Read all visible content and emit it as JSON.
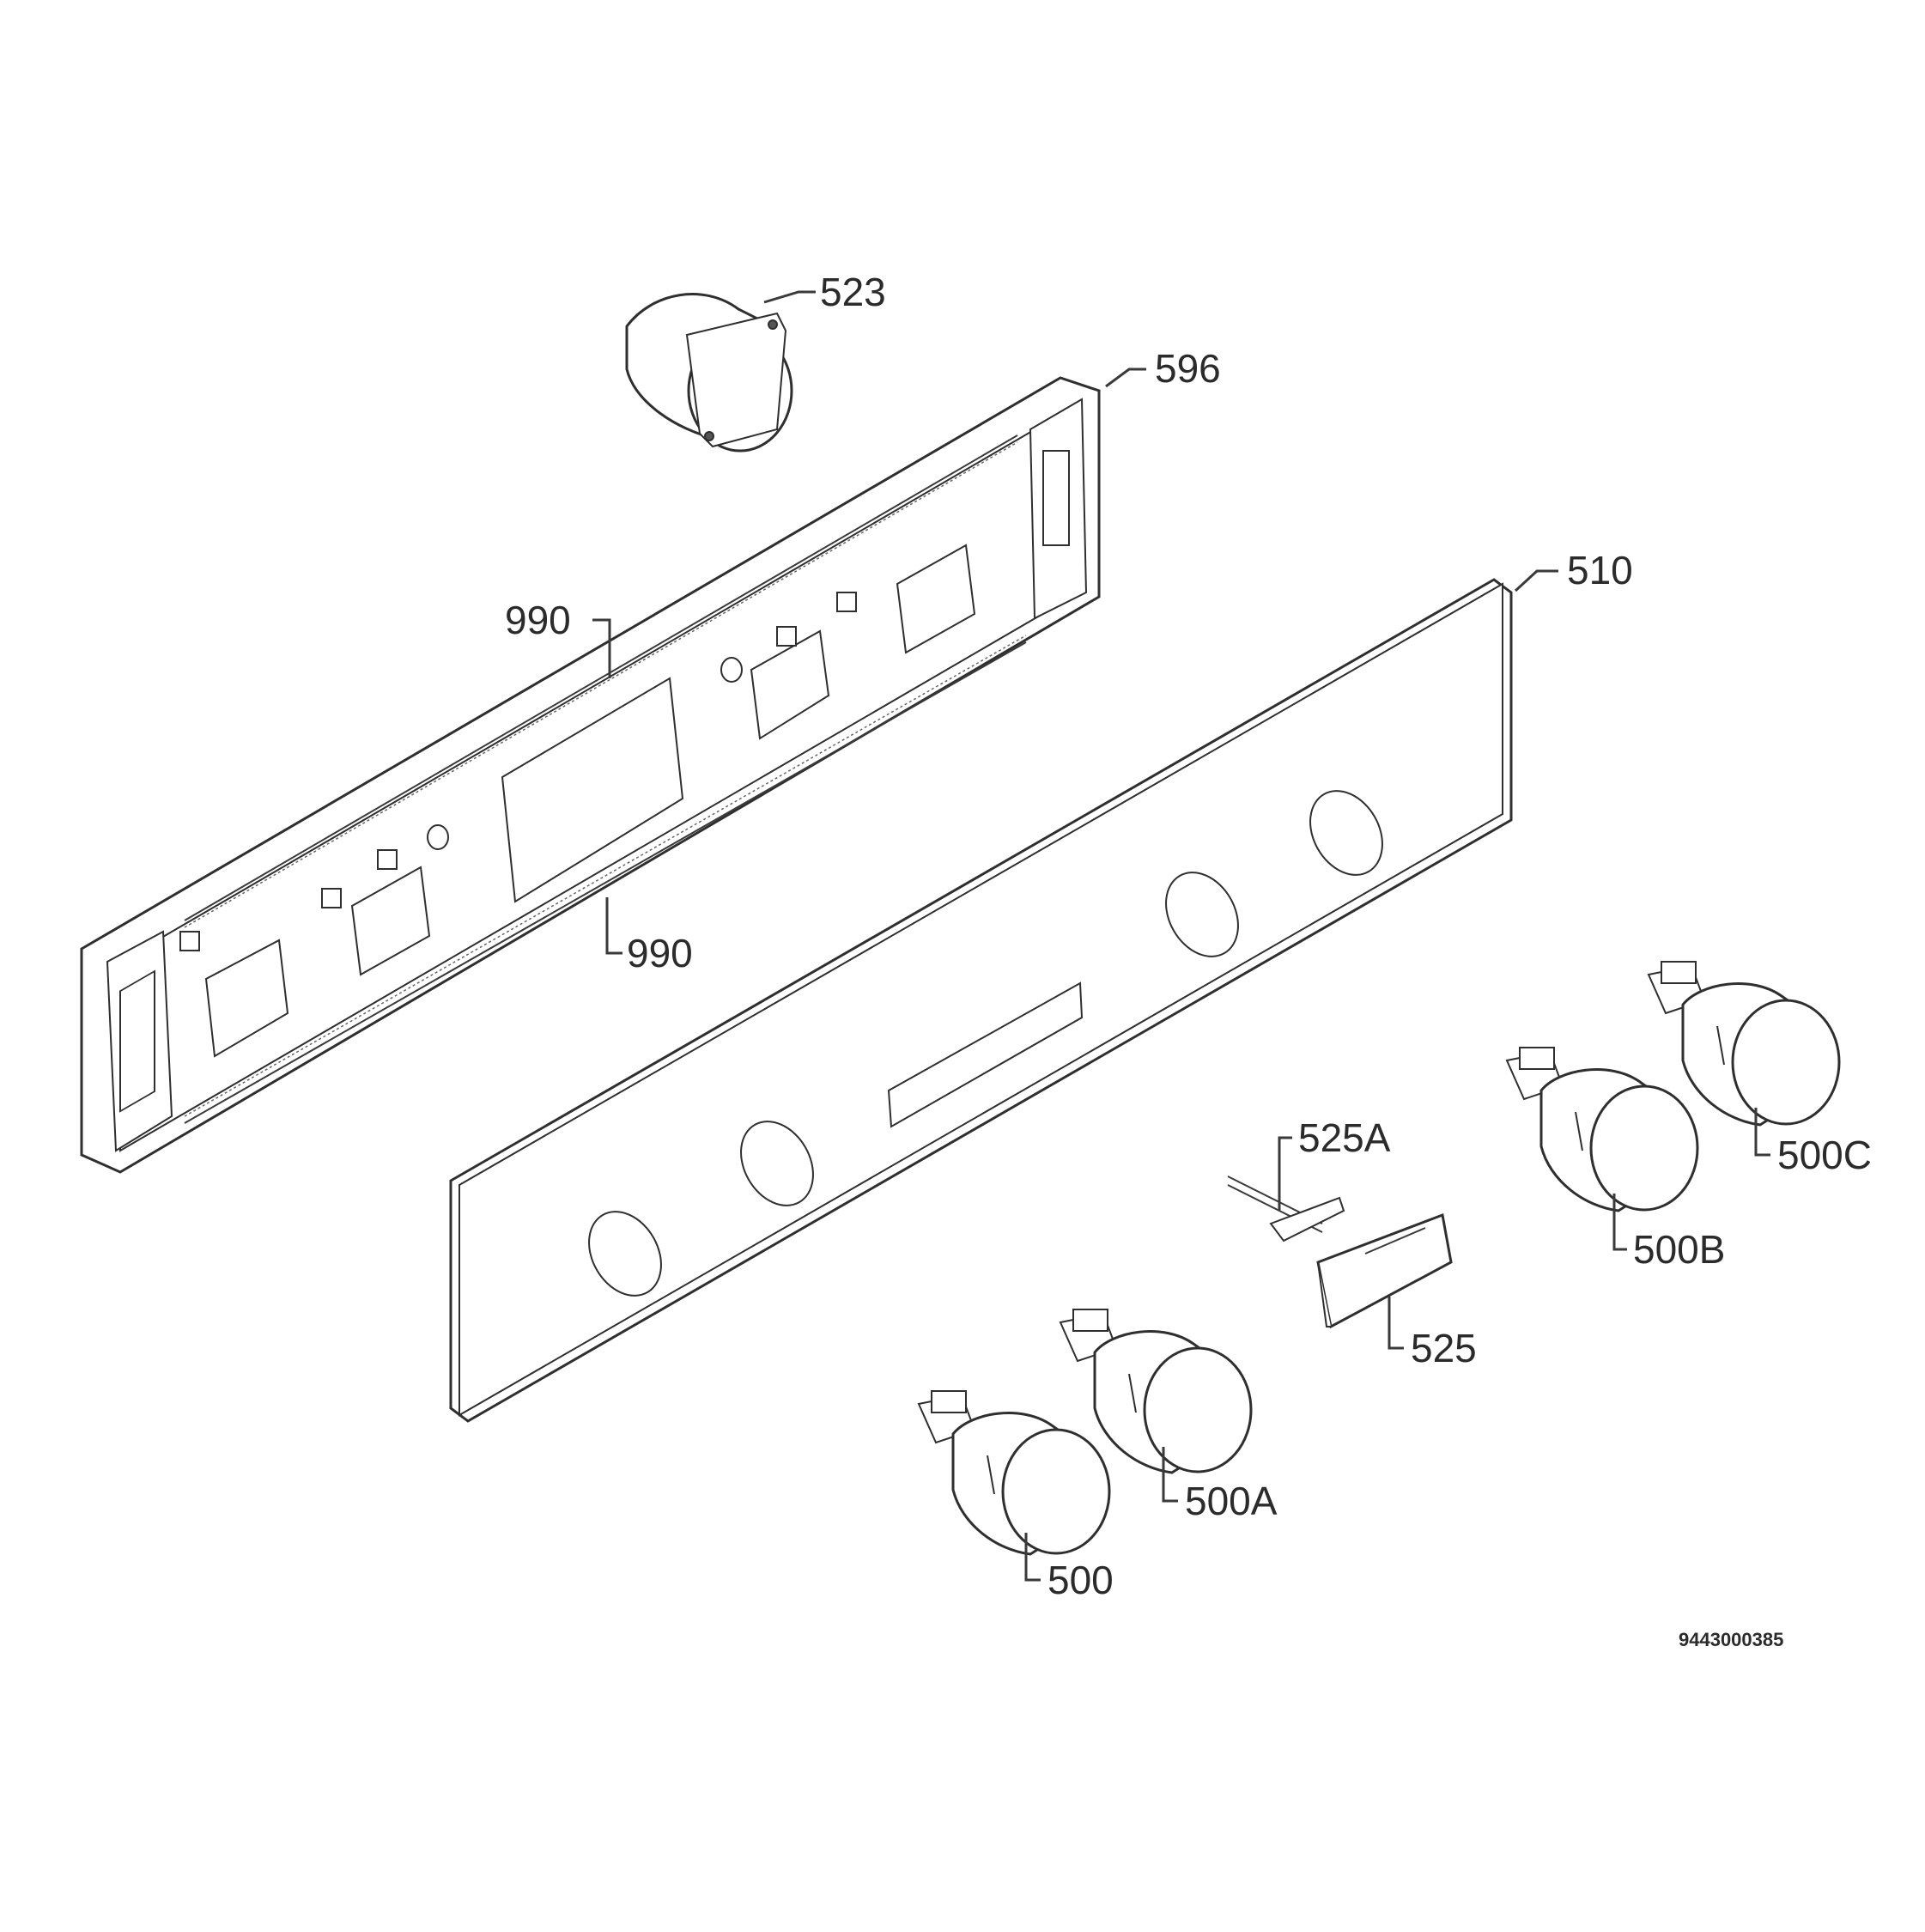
{
  "diagram": {
    "document_number": "9443000385",
    "labels": {
      "p523": "523",
      "p596": "596",
      "p510": "510",
      "p990_top": "990",
      "p990_bottom": "990",
      "p525A": "525A",
      "p525": "525",
      "p500": "500",
      "p500A": "500A",
      "p500B": "500B",
      "p500C": "500C"
    }
  }
}
